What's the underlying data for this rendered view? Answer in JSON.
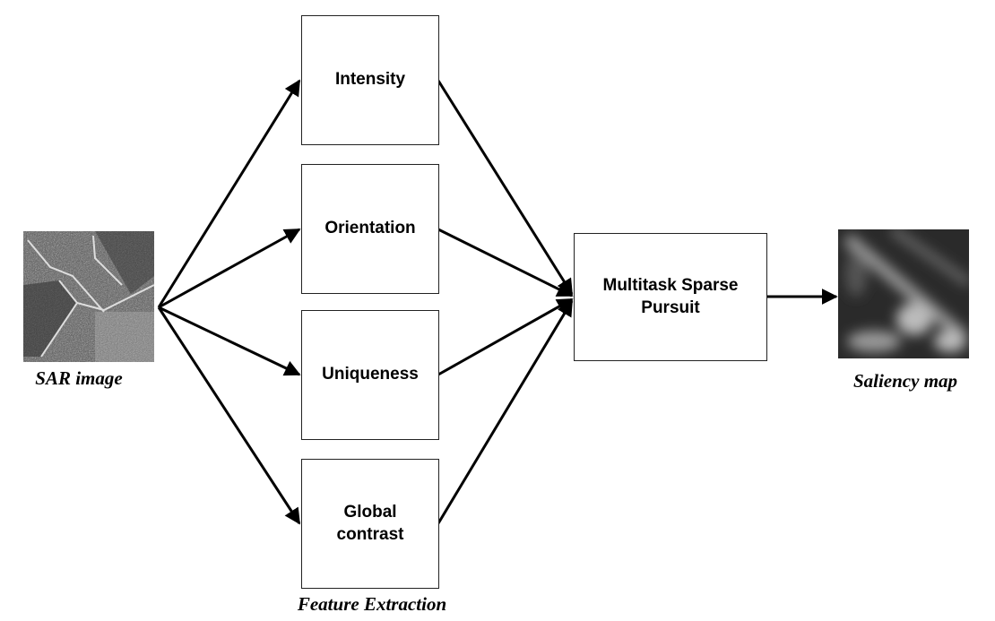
{
  "input": {
    "label": "SAR image"
  },
  "features": {
    "group_label": "Feature Extraction",
    "items": [
      {
        "label": "Intensity"
      },
      {
        "label": "Orientation"
      },
      {
        "label": "Uniqueness"
      },
      {
        "label": "Global\ncontrast"
      }
    ]
  },
  "fusion": {
    "label": "Multitask Sparse\nPursuit"
  },
  "output": {
    "label": "Saliency map"
  }
}
